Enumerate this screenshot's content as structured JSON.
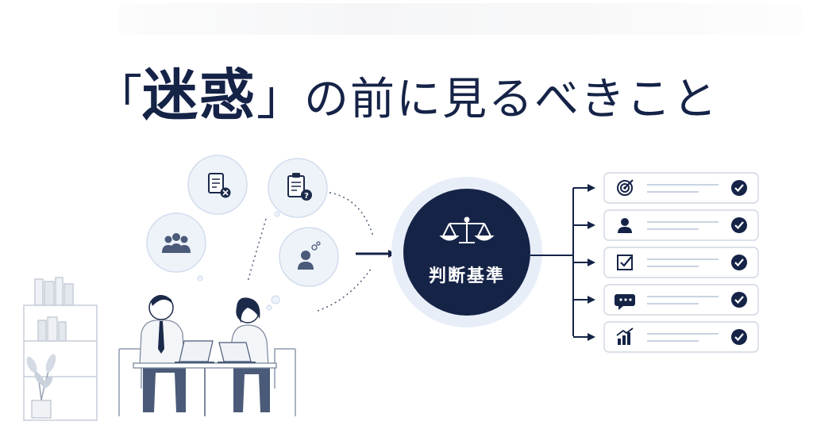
{
  "title": {
    "bracket_open": "「",
    "emphasis": "迷惑",
    "bracket_close": "」",
    "rest": "の前に見るべきこと"
  },
  "center": {
    "label": "判断基準",
    "icon": "scale-icon"
  },
  "bubbles": [
    {
      "icon": "document-x-icon"
    },
    {
      "icon": "clipboard-question-icon"
    },
    {
      "icon": "group-people-icon"
    },
    {
      "icon": "person-thinking-icon"
    }
  ],
  "criteria": [
    {
      "icon": "target-icon",
      "checked": true
    },
    {
      "icon": "person-icon",
      "checked": true
    },
    {
      "icon": "checkbox-icon",
      "checked": true
    },
    {
      "icon": "speech-bubble-icon",
      "checked": true
    },
    {
      "icon": "bar-chart-icon",
      "checked": true
    }
  ],
  "colors": {
    "navy": "#152347",
    "accent_blue": "#8fa7cf",
    "light_blue": "#e7eef8",
    "line_gray": "#c9d3e3"
  }
}
